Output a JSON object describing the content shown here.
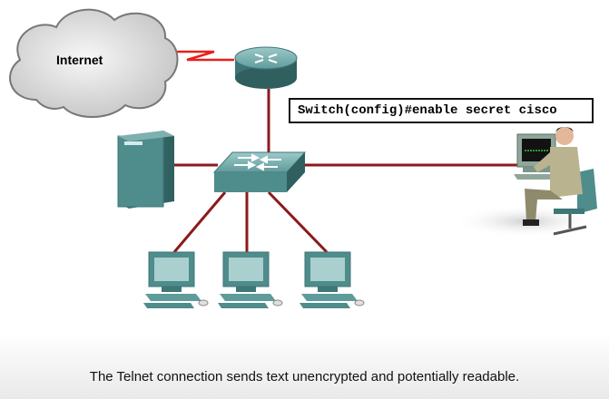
{
  "cloud_label": "Internet",
  "command_text": "Switch(config)#enable secret cisco",
  "caption": "The Telnet connection sends text unencrypted and potentially readable.",
  "colors": {
    "link": "#8b1a1a",
    "wan_link": "#e8201a",
    "device_teal": "#4f8c8c",
    "cloud_fill": "#e6e6e6"
  },
  "icons": [
    "cloud-icon",
    "router-icon",
    "switch-icon",
    "server-icon",
    "pc-icon",
    "admin-user-icon"
  ]
}
